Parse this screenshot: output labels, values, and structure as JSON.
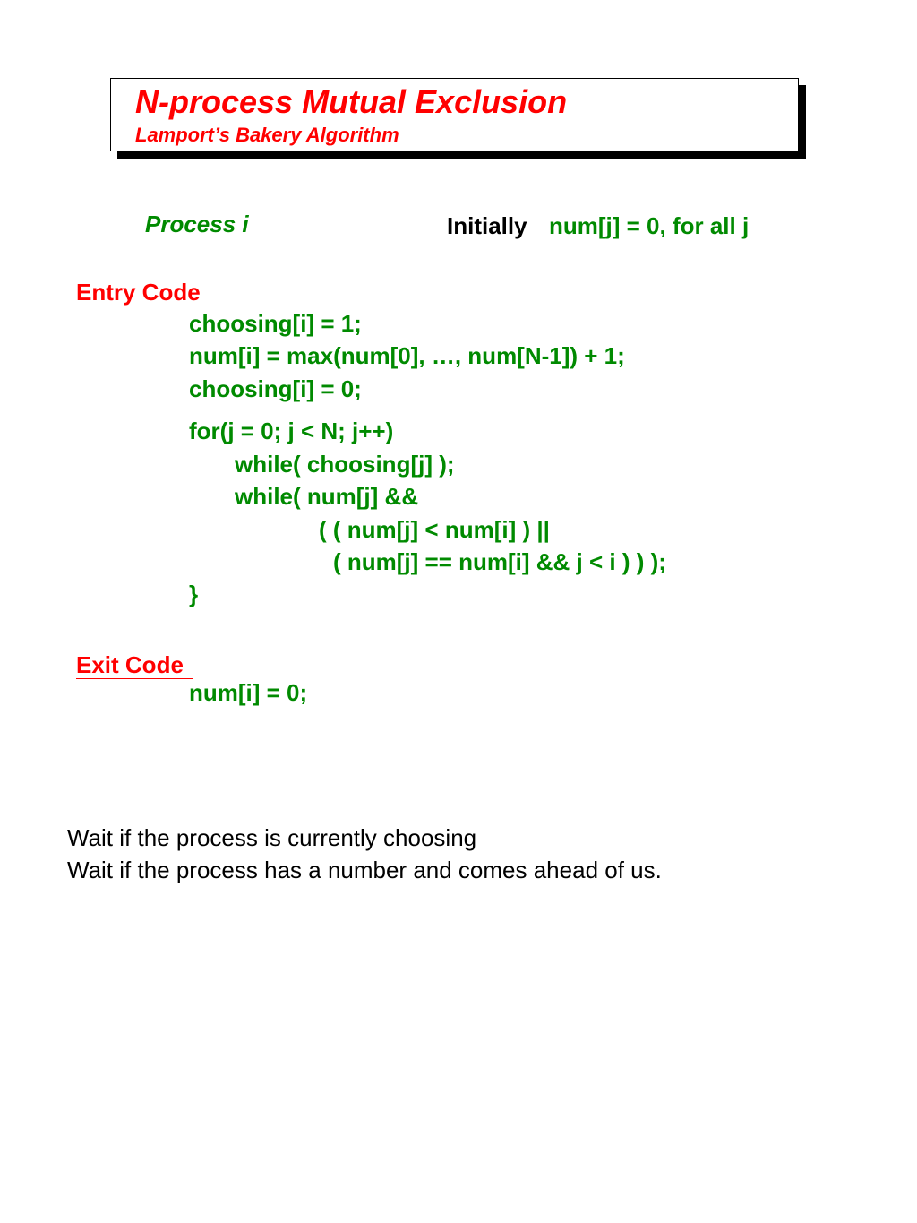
{
  "title": {
    "main": "N-process Mutual Exclusion",
    "sub": "Lamport’s Bakery Algorithm"
  },
  "process_label": "Process i",
  "initially": {
    "keyword": "Initially",
    "value": "num[j] = 0, for all j"
  },
  "entry": {
    "heading": "Entry Code",
    "lines": [
      "choosing[i] = 1;",
      "num[i] = max(num[0], …, num[N-1]) + 1;",
      "choosing[i] = 0;",
      "for(j = 0; j < N; j++)",
      "while( choosing[j] );",
      "while( num[j] &&",
      "( ( num[j] < num[i] ) ||",
      "( num[j] == num[i] && j < i ) ) );",
      "}"
    ]
  },
  "exit": {
    "heading": "Exit Code",
    "lines": [
      "num[i] = 0;"
    ]
  },
  "notes": [
    "Wait if the process is currently choosing",
    "Wait if the process has a number and comes ahead of us."
  ],
  "colors": {
    "title": "#ff0000",
    "heading": "#ff0000",
    "code": "#008a00",
    "text": "#000000"
  }
}
